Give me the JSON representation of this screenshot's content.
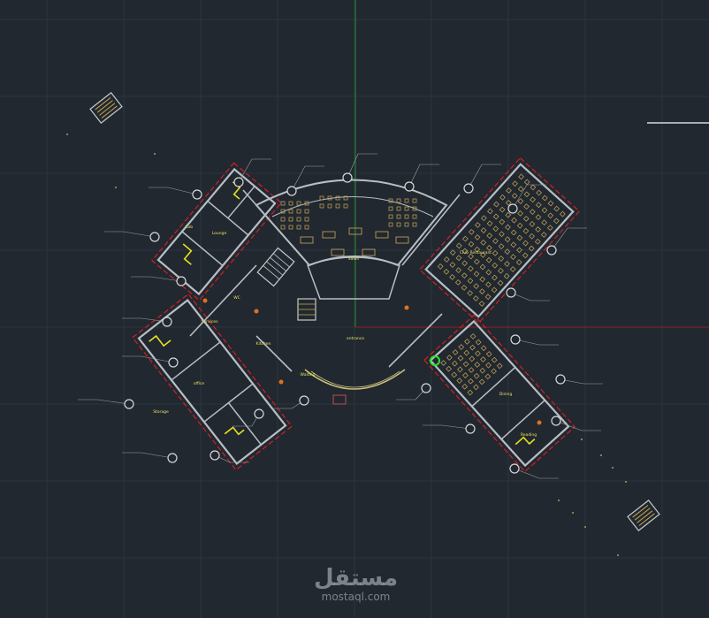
{
  "drawing": {
    "background": "#212830",
    "grid_color": "#2c3540",
    "wall_color": "#b8bec4",
    "boundary_color": "#d42020",
    "furniture_color": "#b89a55",
    "highlight_color": "#e8e020",
    "axis_y_color": "#1f8f2a",
    "axis_x_color": "#8f1f1f",
    "callout_color": "#9aa0a6"
  },
  "rooms": {
    "auditorium": "Salon",
    "hall_right": "Club Restaurant",
    "entrance": "entrance",
    "storage": "Storage",
    "lounge": "Lounge",
    "office": "office",
    "kitchen": "Kitchen",
    "wc": "WC",
    "dining": "Dining",
    "services": "Services",
    "waiting": "Waiting",
    "lab": "Lab",
    "reading": "Reading"
  },
  "watermark": {
    "arabic": "مستقل",
    "latin": "mostaql.com"
  }
}
